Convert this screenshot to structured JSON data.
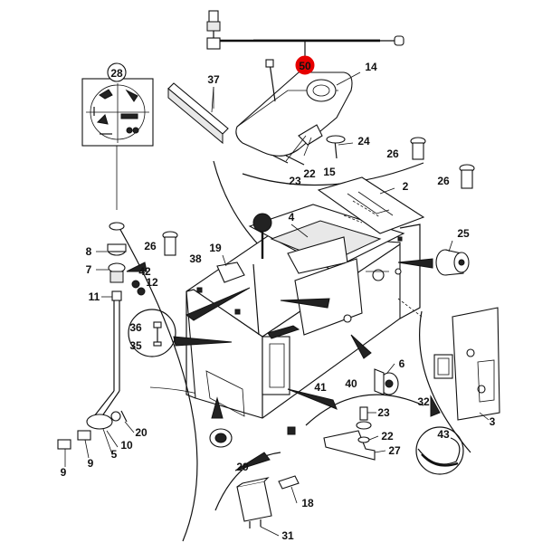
{
  "callouts": [
    {
      "id": "c50",
      "text": "50",
      "highlight": true
    },
    {
      "id": "c14",
      "text": "14"
    },
    {
      "id": "c37",
      "text": "37"
    },
    {
      "id": "c28",
      "text": "28",
      "circled": true
    },
    {
      "id": "c24",
      "text": "24"
    },
    {
      "id": "c15",
      "text": "15"
    },
    {
      "id": "c23a",
      "text": "23"
    },
    {
      "id": "c22a",
      "text": "22"
    },
    {
      "id": "c26a",
      "text": "26"
    },
    {
      "id": "c26b",
      "text": "26"
    },
    {
      "id": "c26c",
      "text": "26"
    },
    {
      "id": "c2",
      "text": "2"
    },
    {
      "id": "c4",
      "text": "4"
    },
    {
      "id": "c25",
      "text": "25"
    },
    {
      "id": "c19",
      "text": "19"
    },
    {
      "id": "c38",
      "text": "38"
    },
    {
      "id": "c8",
      "text": "8"
    },
    {
      "id": "c7",
      "text": "7"
    },
    {
      "id": "c42",
      "text": "42"
    },
    {
      "id": "c12",
      "text": "12"
    },
    {
      "id": "c11",
      "text": "11"
    },
    {
      "id": "c36",
      "text": "36"
    },
    {
      "id": "c35",
      "text": "35"
    },
    {
      "id": "c6",
      "text": "6"
    },
    {
      "id": "c41",
      "text": "41"
    },
    {
      "id": "c40",
      "text": "40"
    },
    {
      "id": "c32",
      "text": "32"
    },
    {
      "id": "c3",
      "text": "3"
    },
    {
      "id": "c23b",
      "text": "23"
    },
    {
      "id": "c22b",
      "text": "22"
    },
    {
      "id": "c27",
      "text": "27"
    },
    {
      "id": "c43",
      "text": "43"
    },
    {
      "id": "c20",
      "text": "20"
    },
    {
      "id": "c10",
      "text": "10"
    },
    {
      "id": "c5",
      "text": "5"
    },
    {
      "id": "c9a",
      "text": "9"
    },
    {
      "id": "c9b",
      "text": "9"
    },
    {
      "id": "c29",
      "text": "29"
    },
    {
      "id": "c18",
      "text": "18"
    },
    {
      "id": "c31",
      "text": "31"
    }
  ],
  "colors": {
    "highlight": "#e60000",
    "ink": "#111111",
    "paper": "#ffffff"
  }
}
